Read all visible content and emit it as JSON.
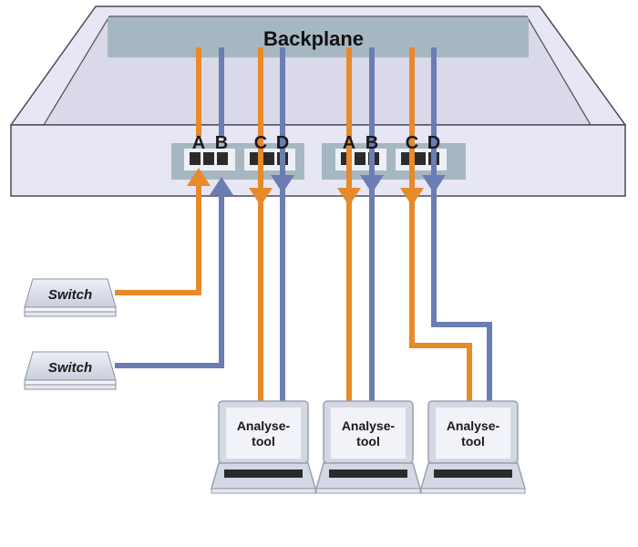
{
  "backplane": {
    "title": "Backplane"
  },
  "ports": {
    "group1": {
      "a": "A",
      "b": "B",
      "c": "C",
      "d": "D"
    },
    "group2": {
      "a": "A",
      "b": "B",
      "c": "C",
      "d": "D"
    }
  },
  "switches": [
    {
      "label": "Switch"
    },
    {
      "label": "Switch"
    }
  ],
  "laptops": [
    {
      "line1": "Analyse-",
      "line2": "tool"
    },
    {
      "line1": "Analyse-",
      "line2": "tool"
    },
    {
      "line1": "Analyse-",
      "line2": "tool"
    }
  ],
  "colors": {
    "orange": "#e8892a",
    "blue": "#6b7db3",
    "chassis_fill": "#e6e6f4",
    "chassis_stroke": "#4a4a5a",
    "backplane_fill": "#a7b7c1",
    "port_fill": "#a7b7c1",
    "device_fill": "#dde1ec"
  }
}
